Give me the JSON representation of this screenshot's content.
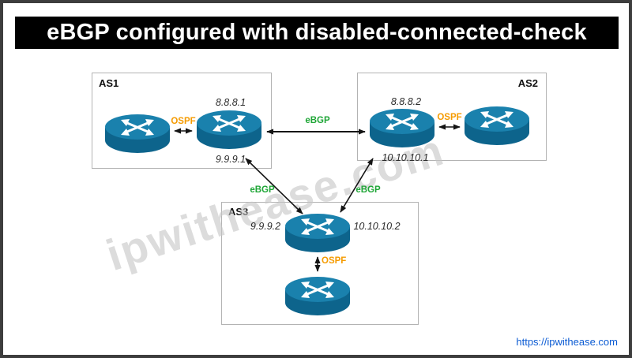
{
  "title": "eBGP configured with disabled-connected-check",
  "watermark": "ipwithease.com",
  "footer": {
    "link_text": "https://ipwithease.com"
  },
  "as1": {
    "label": "AS1",
    "ospf_label": "OSPF",
    "ip_top": "8.8.8.1",
    "ip_bottom": "9.9.9.1"
  },
  "as2": {
    "label": "AS2",
    "ospf_label": "OSPF",
    "ip_top": "8.8.8.2",
    "ip_bottom": "10.10.10.1"
  },
  "as3": {
    "label": "AS3",
    "ospf_label": "OSPF",
    "ip_left": "9.9.9.2",
    "ip_right": "10.10.10.2"
  },
  "ebgp": {
    "horizontal": "eBGP",
    "left_diagonal": "eBGP",
    "right_diagonal": "eBGP"
  },
  "colors": {
    "router_top": "#1a81ad",
    "router_bottom": "#0d648c",
    "ospf": "#f59b00",
    "ebgp": "#1fa637",
    "title_bg": "#000000",
    "link": "#0b5bd3"
  }
}
